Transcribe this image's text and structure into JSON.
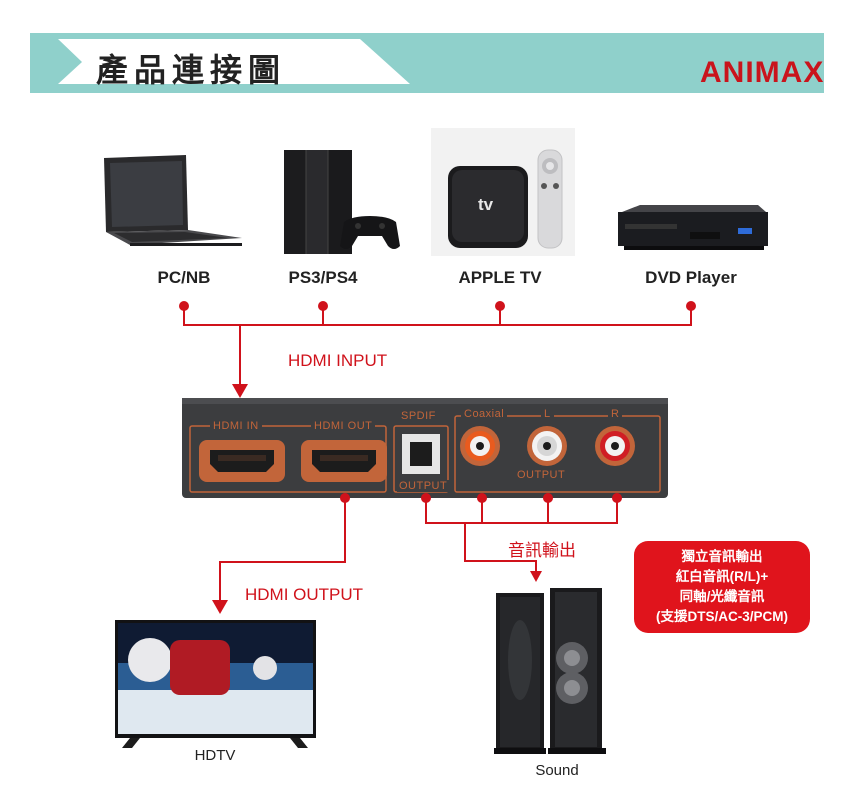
{
  "header": {
    "title": "產品連接圖",
    "brand": "ANIMAX"
  },
  "sources": [
    {
      "label": "PC/NB",
      "icon": "laptop-icon"
    },
    {
      "label": "PS3/PS4",
      "icon": "game-console-icon"
    },
    {
      "label": "APPLE TV",
      "icon": "apple-tv-icon"
    },
    {
      "label": "DVD Player",
      "icon": "dvd-player-icon"
    }
  ],
  "apple_tv_screen": "tv",
  "labels": {
    "hdmi_input": "HDMI INPUT",
    "hdmi_output": "HDMI OUTPUT",
    "audio_output": "音訊輸出"
  },
  "device_panel": {
    "hdmi_in": "HDMI IN",
    "hdmi_out": "HDMI OUT",
    "spdif": "SPDIF",
    "coaxial": "Coaxial",
    "left": "L",
    "right": "R",
    "output_optical": "OUTPUT",
    "output_audio": "OUTPUT"
  },
  "note": {
    "lines": [
      "獨立音訊輸出",
      "紅白音訊(R/L)+",
      "同軸/光纖音訊",
      "(支援DTS/AC-3/PCM)"
    ]
  },
  "outputs": {
    "tv_caption": "HDTV",
    "sound_caption": "Sound"
  },
  "colors": {
    "header_band": "#8fd0cb",
    "accent_red": "#d0121b",
    "panel_dark": "#3c3d3f",
    "port_orange": "#c2653a"
  }
}
